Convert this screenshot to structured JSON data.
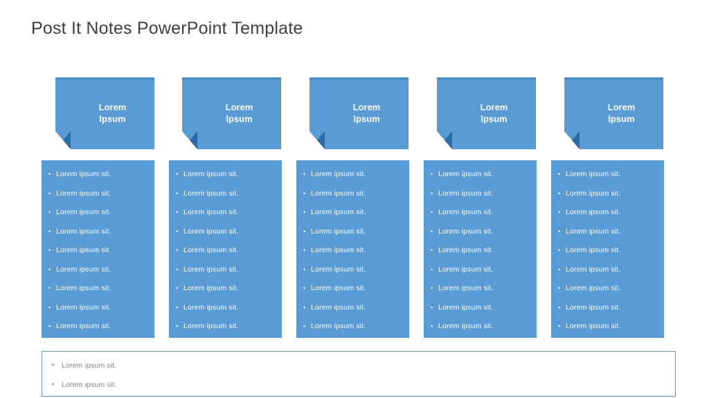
{
  "slide": {
    "title": "Post It Notes PowerPoint Template",
    "background_color": "#ffffff",
    "accent_color": "#5b9bd5",
    "fold_color": "#2b6ca8",
    "title_color": "#3f3f3f",
    "footer_text_color": "#7f7f7f"
  },
  "bullet_glyph": "•",
  "notes": [
    {
      "label": "Lorem\nIpsum"
    },
    {
      "label": "Lorem\nIpsum"
    },
    {
      "label": "Lorem\nIpsum"
    },
    {
      "label": "Lorem\nIpsum"
    },
    {
      "label": "Lorem\nIpsum"
    }
  ],
  "columns": [
    {
      "items": [
        "Lorem ipsum sit.",
        "Lorem ipsum sit.",
        "Lorem ipsum sit.",
        "Lorem ipsum sit.",
        "Lorem ipsum sit.",
        "Lorem ipsum sit.",
        "Lorem ipsum sit.",
        "Lorem ipsum sit.",
        "Lorem ipsum sit."
      ]
    },
    {
      "items": [
        "Lorem ipsum sit.",
        "Lorem ipsum sit.",
        "Lorem ipsum sit.",
        "Lorem ipsum sit.",
        "Lorem ipsum sit.",
        "Lorem ipsum sit.",
        "Lorem ipsum sit.",
        "Lorem ipsum sit.",
        "Lorem ipsum sit."
      ]
    },
    {
      "items": [
        "Lorem ipsum sit.",
        "Lorem ipsum sit.",
        "Lorem ipsum sit.",
        "Lorem ipsum sit.",
        "Lorem ipsum sit.",
        "Lorem ipsum sit.",
        "Lorem ipsum sit.",
        "Lorem ipsum sit.",
        "Lorem ipsum sit."
      ]
    },
    {
      "items": [
        "Lorem ipsum sit.",
        "Lorem ipsum sit.",
        "Lorem ipsum sit.",
        "Lorem ipsum sit.",
        "Lorem ipsum sit.",
        "Lorem ipsum sit.",
        "Lorem ipsum sit.",
        "Lorem ipsum sit.",
        "Lorem ipsum sit."
      ]
    },
    {
      "items": [
        "Lorem ipsum sit.",
        "Lorem ipsum sit.",
        "Lorem ipsum sit.",
        "Lorem ipsum sit.",
        "Lorem ipsum sit.",
        "Lorem ipsum sit.",
        "Lorem ipsum sit.",
        "Lorem ipsum sit.",
        "Lorem ipsum sit."
      ]
    }
  ],
  "footer": {
    "items": [
      "Lorem ipsum sit.",
      "Lorem ipsum sit."
    ]
  }
}
